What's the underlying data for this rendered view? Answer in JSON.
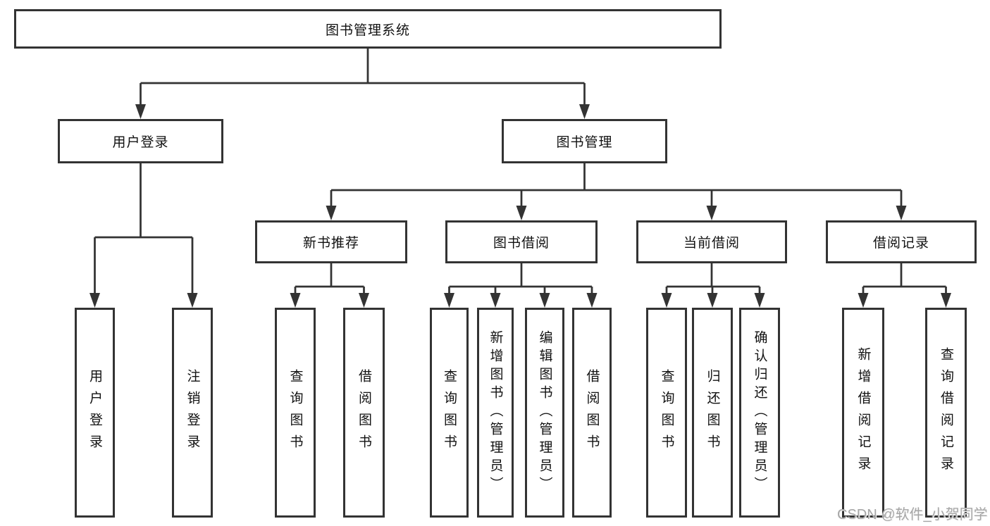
{
  "colors": {
    "line": "#333333",
    "box_border": "#333333",
    "text": "#111111",
    "watermark": "#a6a6a6",
    "background": "#ffffff"
  },
  "watermark": "CSDN @软件_小贺同学",
  "diagram": {
    "type": "tree",
    "root": {
      "label": "图书管理系统"
    },
    "level2": [
      {
        "label": "用户登录"
      },
      {
        "label": "图书管理"
      }
    ],
    "level3": [
      {
        "label": "新书推荐",
        "parent": "图书管理"
      },
      {
        "label": "图书借阅",
        "parent": "图书管理"
      },
      {
        "label": "当前借阅",
        "parent": "图书管理"
      },
      {
        "label": "借阅记录",
        "parent": "图书管理"
      }
    ],
    "leaves": [
      {
        "label": "用户登录",
        "parent": "用户登录"
      },
      {
        "label": "注销登录",
        "parent": "用户登录"
      },
      {
        "label": "查询图书",
        "parent": "新书推荐"
      },
      {
        "label": "借阅图书",
        "parent": "新书推荐"
      },
      {
        "label": "查询图书",
        "parent": "图书借阅"
      },
      {
        "label": "新增图书（管理员）",
        "parent": "图书借阅"
      },
      {
        "label": "编辑图书（管理员）",
        "parent": "图书借阅"
      },
      {
        "label": "借阅图书",
        "parent": "图书借阅"
      },
      {
        "label": "查询图书",
        "parent": "当前借阅"
      },
      {
        "label": "归还图书",
        "parent": "当前借阅"
      },
      {
        "label": "确认归还（管理员）",
        "parent": "当前借阅"
      },
      {
        "label": "新增借阅记录",
        "parent": "借阅记录"
      },
      {
        "label": "查询借阅记录",
        "parent": "借阅记录"
      }
    ]
  }
}
